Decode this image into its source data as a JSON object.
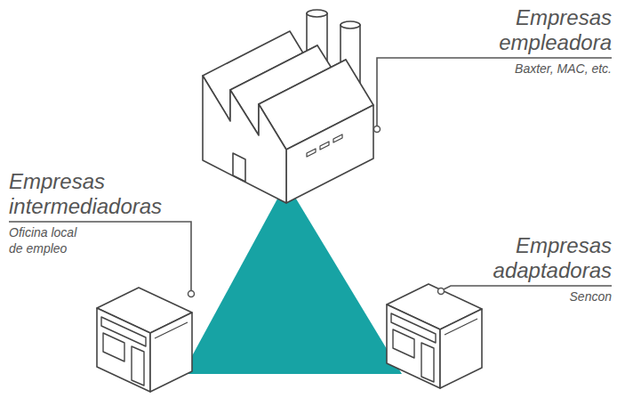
{
  "diagram": {
    "nodes": [
      {
        "text": [
          "Empresas empleadora",
          "Baxter, MAC, etc."
        ]
      },
      {
        "text": [
          "Empresas intermediadoras",
          "Oficina local de empleo"
        ]
      },
      {
        "text": [
          "Empresas adaptadoras",
          "Sencon"
        ]
      }
    ]
  }
}
